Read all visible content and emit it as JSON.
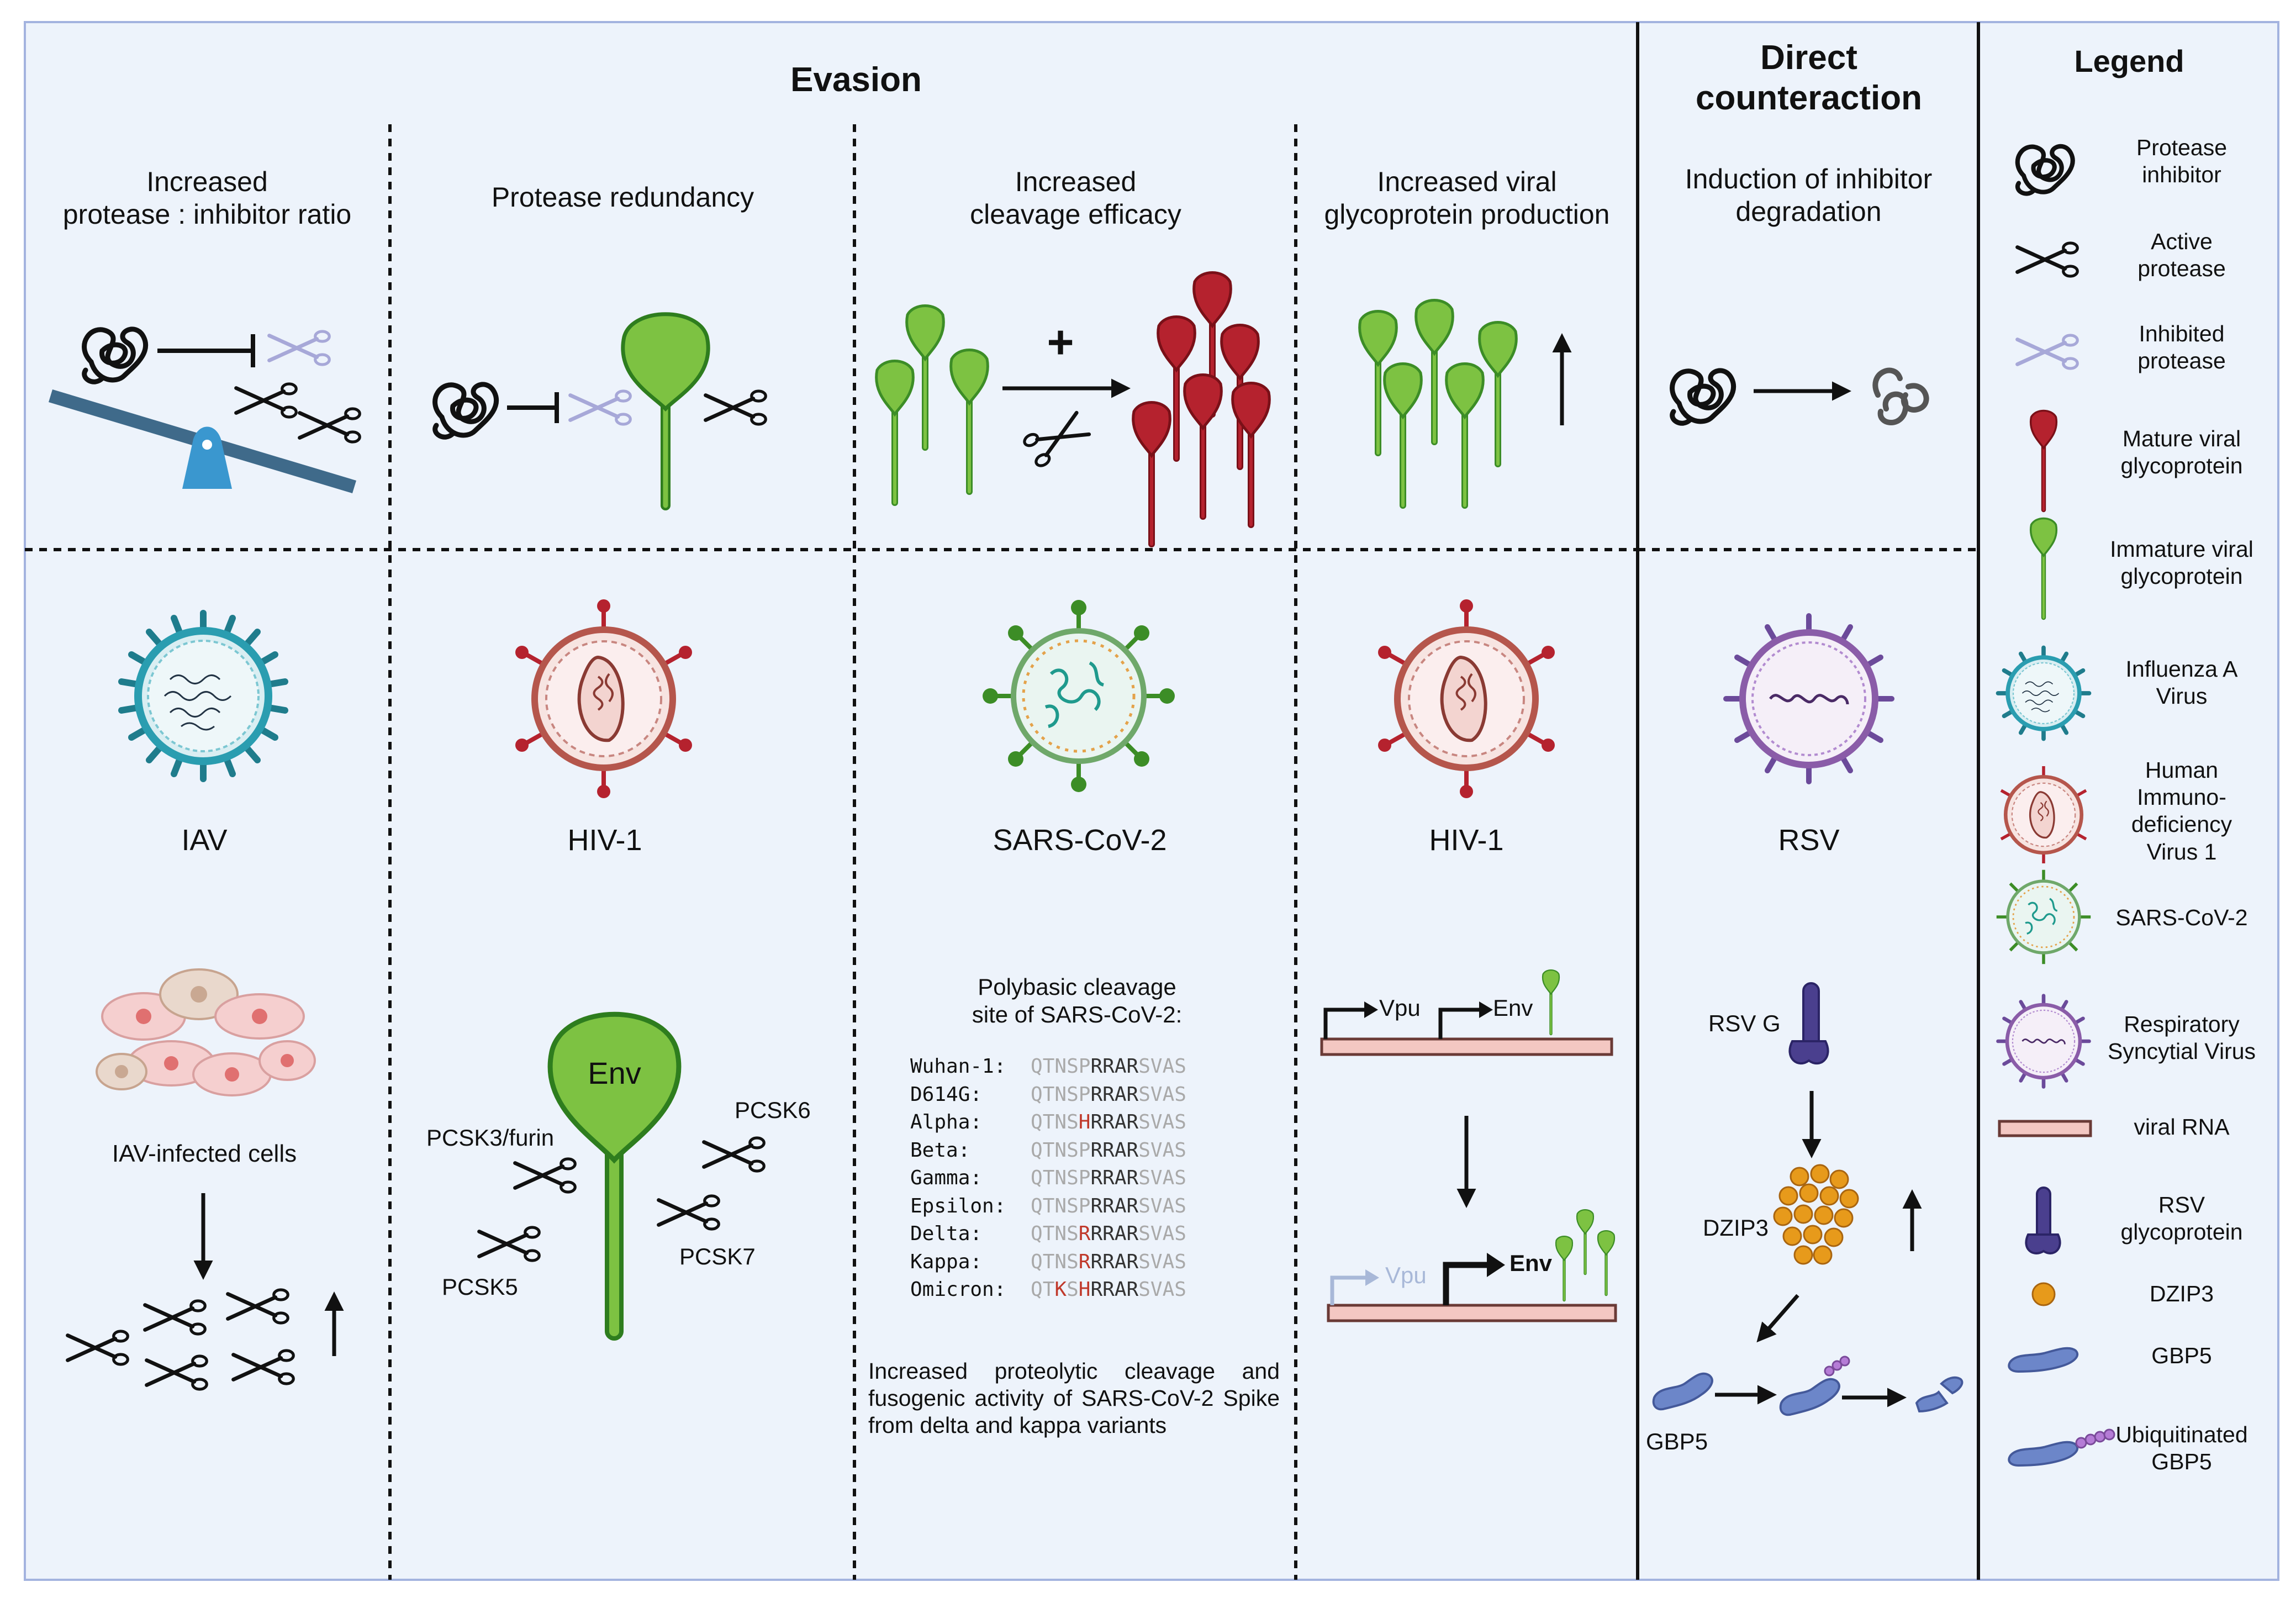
{
  "headers": {
    "evasion": "Evasion",
    "direct": "Direct\ncounteraction",
    "legend": "Legend"
  },
  "panels": {
    "p1": "Increased\nprotease : inhibitor ratio",
    "p2": "Protease redundancy",
    "p3": "Increased\ncleavage efficacy",
    "p4": "Increased viral\nglycoprotein production",
    "p5": "Induction of inhibitor\ndegradation"
  },
  "viruses": {
    "v1": "IAV",
    "v2": "HIV-1",
    "v3": "SARS-CoV-2",
    "v4": "HIV-1",
    "v5": "RSV"
  },
  "iav_panel": {
    "cells_label": "IAV-infected cells"
  },
  "hiv_panel": {
    "env_label": "Env",
    "pcsk3": "PCSK3/furin",
    "pcsk5": "PCSK5",
    "pcsk6": "PCSK6",
    "pcsk7": "PCSK7"
  },
  "sars_panel": {
    "site_title": "Polybasic cleavage\nsite of SARS-CoV-2:",
    "plus": "+",
    "sequences": [
      {
        "variant": "Wuhan-1:",
        "seq": "QTNSPRRARSVAS",
        "highlight": []
      },
      {
        "variant": "D614G:",
        "seq": "QTNSPRRARSVAS",
        "highlight": []
      },
      {
        "variant": "Alpha:",
        "seq": "QTNSHRRARSVAS",
        "highlight": [
          4
        ]
      },
      {
        "variant": "Beta:",
        "seq": "QTNSPRRARSVAS",
        "highlight": []
      },
      {
        "variant": "Gamma:",
        "seq": "QTNSPRRARSVAS",
        "highlight": []
      },
      {
        "variant": "Epsilon:",
        "seq": "QTNSPRRARSVAS",
        "highlight": []
      },
      {
        "variant": "Delta:",
        "seq": "QTNSRRRARSVAS",
        "highlight": [
          4
        ]
      },
      {
        "variant": "Kappa:",
        "seq": "QTNSRRRARSVAS",
        "highlight": [
          4
        ]
      },
      {
        "variant": "Omicron:",
        "seq": "QTKSHRRARSVAS",
        "highlight": [
          2,
          4
        ]
      }
    ],
    "note": "Increased proteolytic cleavage and fusogenic activity of SARS-CoV-2 Spike from delta and kappa variants"
  },
  "hiv_expr_panel": {
    "vpu": "Vpu",
    "env": "Env",
    "vpu_faded": "Vpu",
    "env_bold": "Env"
  },
  "rsv_panel": {
    "rsv_g": "RSV G",
    "dzip3": "DZIP3",
    "gbp5": "GBP5"
  },
  "legend": [
    {
      "label": "Protease\ninhibitor",
      "icon": "inhibitor-coil"
    },
    {
      "label": "Active\nprotease",
      "icon": "scissors-active"
    },
    {
      "label": "Inhibited\nprotease",
      "icon": "scissors-inhibited"
    },
    {
      "label": "Mature viral\nglycoprotein",
      "icon": "glycoprotein-mature"
    },
    {
      "label": "Immature viral\nglycoprotein",
      "icon": "glycoprotein-immature"
    },
    {
      "label": "Influenza A\nVirus",
      "icon": "iav-virion"
    },
    {
      "label": "Human\nImmuno-\ndeficiency\nVirus 1",
      "icon": "hiv-virion"
    },
    {
      "label": "SARS-CoV-2",
      "icon": "sars-virion"
    },
    {
      "label": "Respiratory\nSyncytial Virus",
      "icon": "rsv-virion"
    },
    {
      "label": "viral RNA",
      "icon": "rna-bar"
    },
    {
      "label": "RSV\nglycoprotein",
      "icon": "rsv-g"
    },
    {
      "label": "DZIP3",
      "icon": "dzip3-dot"
    },
    {
      "label": "GBP5",
      "icon": "gbp5"
    },
    {
      "label": "Ubiquitinated\nGBP5",
      "icon": "gbp5-ub"
    }
  ],
  "colors": {
    "background": "#edf3fb",
    "border": "#a3b3df",
    "immature_green": "#7dc242",
    "mature_red": "#b5222e",
    "inhibited_lavender": "#a7a8d8",
    "seesaw_blue": "#3f6a8a",
    "fulcrum_blue": "#3a97cf",
    "rna_pink": "#f3c7c2",
    "highlight_red": "#c0392b",
    "gray_seq": "#a9a9a9"
  }
}
